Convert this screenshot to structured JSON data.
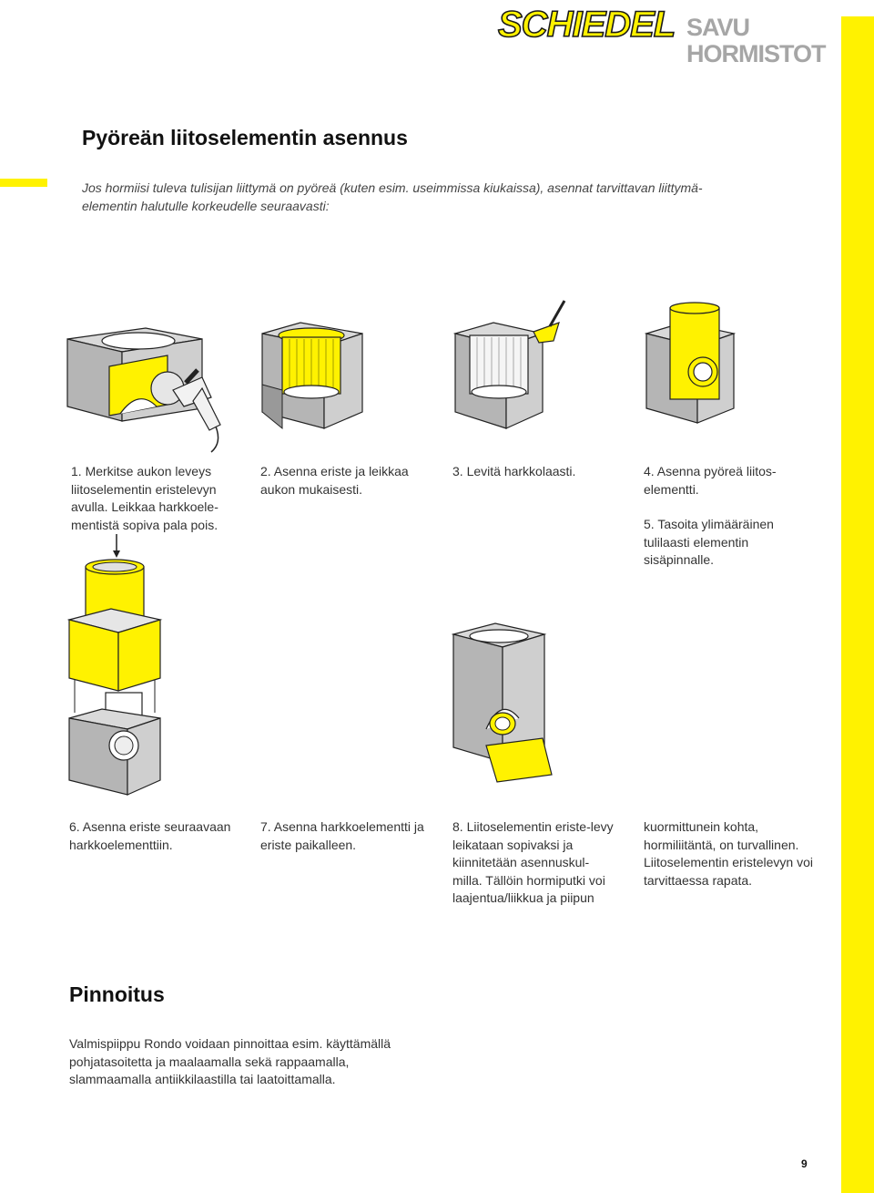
{
  "brand": {
    "logo": "SCHIEDEL",
    "line1": "SAVU",
    "line2": "HORMISTOT",
    "colors": {
      "accent": "#fff200",
      "gray": "#a6a6a6"
    }
  },
  "title": "Pyöreän liitoselementin asennus",
  "intro": "Jos hormiisi tuleva tulisijan liittymä on pyöreä (kuten esim. useimmissa kiukaissa), asennat tarvittavan liittymä-elementin halutulle korkeudelle seuraavasti:",
  "steps": {
    "s1": "1. Merkitse aukon leveys liitoselementin eristelevyn avulla. Leikkaa harkkoele-mentistä sopiva pala pois.",
    "s2": "2. Asenna eriste ja leikkaa aukon mukaisesti.",
    "s3": "3. Levitä harkkolaasti.",
    "s4": "4. Asenna pyöreä liitos-elementti.",
    "s5": "5. Tasoita ylimääräinen tulilaasti elementin sisäpinnalle.",
    "s6": "6. Asenna eriste seuraavaan harkkoelementtiin.",
    "s7": "7. Asenna harkkoelementti ja eriste paikalleen.",
    "s8": "8. Liitoselementin eriste-levy leikataan sopivaksi ja kiinnitetään asennuskul-milla. Tällöin hormiputki voi laajentua/liikkua ja piipun",
    "s8b": "kuormittunein kohta, hormiliitäntä, on turvallinen. Liitoselementin eristelevyn voi tarvittaessa rapata."
  },
  "icons": [
    "angle-grinder-icon",
    "trowel-icon",
    "arrow-down-icon"
  ],
  "coating": {
    "heading": "Pinnoitus",
    "text": "Valmispiippu Rondo voidaan pinnoittaa esim. käyttämällä pohjatasoitetta ja maalaamalla sekä rappaamalla, slammaamalla antiikkilaastilla tai laatoittamalla."
  },
  "page_number": "9"
}
